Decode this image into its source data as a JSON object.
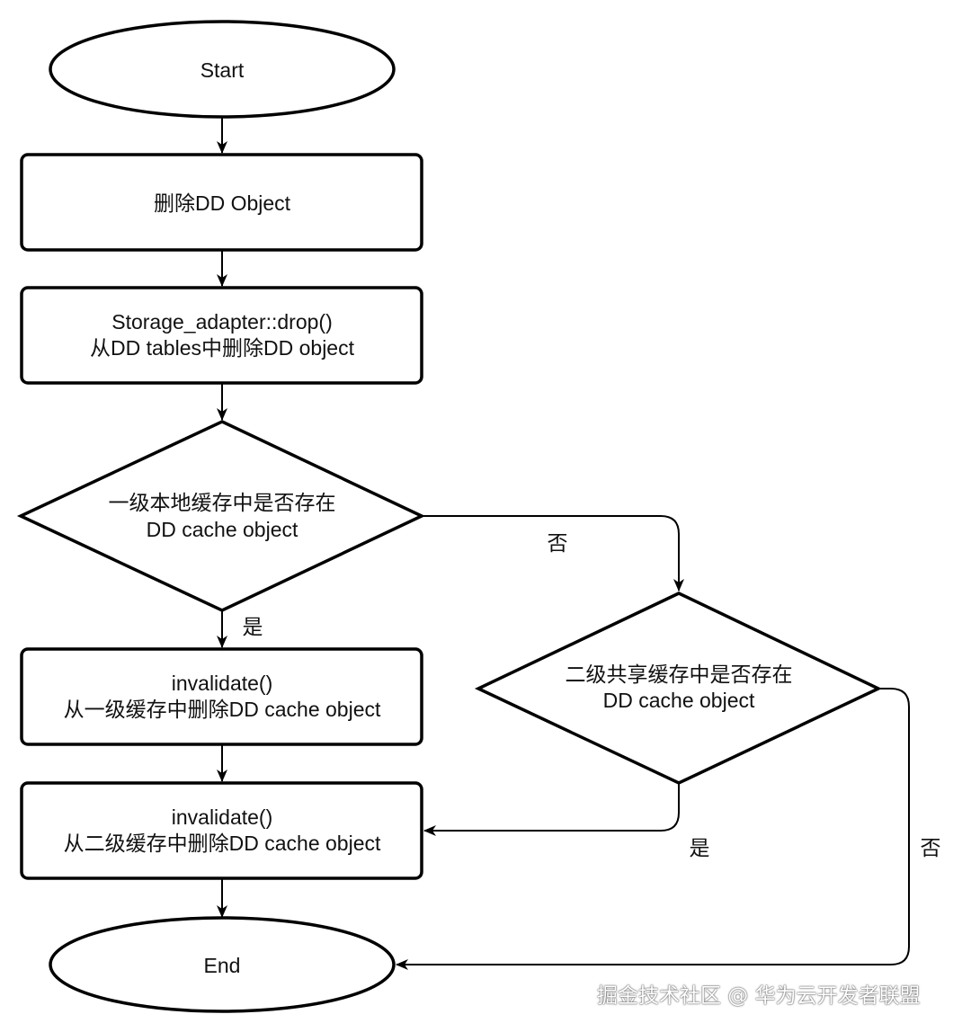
{
  "nodes": {
    "start": {
      "line1": "Start"
    },
    "delete_dd_object": {
      "line1": "删除DD Object"
    },
    "storage_adapter_drop": {
      "line1": "Storage_adapter::drop()",
      "line2": "从DD tables中删除DD object"
    },
    "check_l1_cache": {
      "line1": "一级本地缓存中是否存在",
      "line2": "DD cache object"
    },
    "invalidate_l1": {
      "line1": "invalidate()",
      "line2": "从一级缓存中删除DD cache object"
    },
    "check_l2_cache": {
      "line1": "二级共享缓存中是否存在",
      "line2": "DD cache object"
    },
    "invalidate_l2": {
      "line1": "invalidate()",
      "line2": "从二级缓存中删除DD cache object"
    },
    "end": {
      "line1": "End"
    }
  },
  "edge_labels": {
    "l1_no": "否",
    "l1_yes": "是",
    "l2_yes": "是",
    "l2_no": "否"
  },
  "watermark": "掘金技术社区 @ 华为云开发者联盟"
}
